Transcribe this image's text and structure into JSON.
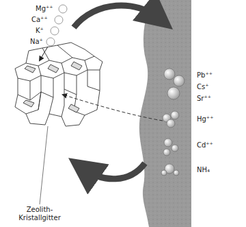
{
  "diagram": {
    "labels": [
      "Mg⁺⁺",
      "Ca⁺⁺",
      "K⁺",
      "Na⁺",
      "Pb⁺⁺",
      "Cs⁺",
      "Sr⁺⁺",
      "Hg⁺⁺",
      "Cd⁺⁺",
      "NH₄",
      "Zeolith-Kristallgitter"
    ]
  }
}
